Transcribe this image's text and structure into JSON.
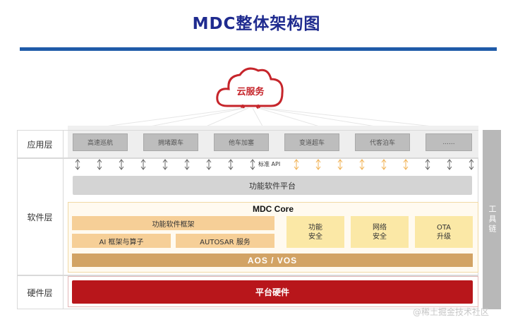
{
  "title": "MDC整体架构图",
  "cloud": {
    "label": "云服务",
    "color": "#c6252b"
  },
  "layers": {
    "app": "应用层",
    "software": "软件层",
    "hardware": "硬件层"
  },
  "apps": [
    "高速巡航",
    "拥堵跟车",
    "他车加塞",
    "变道超车",
    "代客泊车",
    "......"
  ],
  "api_label": "标准 API",
  "functional_platform": "功能软件平台",
  "mdc_core": {
    "title": "MDC Core",
    "func_framework": "功能软件框架",
    "ai_framework": "AI 框架与算子",
    "autosar": "AUTOSAR 服务",
    "modules": [
      "功能\n安全",
      "网络\n安全",
      "OTA\n升级"
    ],
    "aos": "AOS / VOS"
  },
  "platform_hardware": "平台硬件",
  "toolchain": "工具链",
  "watermark": "@稀土掘金技术社区",
  "colors": {
    "title": "#1f2b8f",
    "title_bar": "#1f5ba8",
    "hardware": "#b8161b",
    "aos": "#d2a364",
    "peach": "#f6cf97",
    "yellow": "#fbe8a6",
    "api_arrow_orange": "#f0b050"
  }
}
